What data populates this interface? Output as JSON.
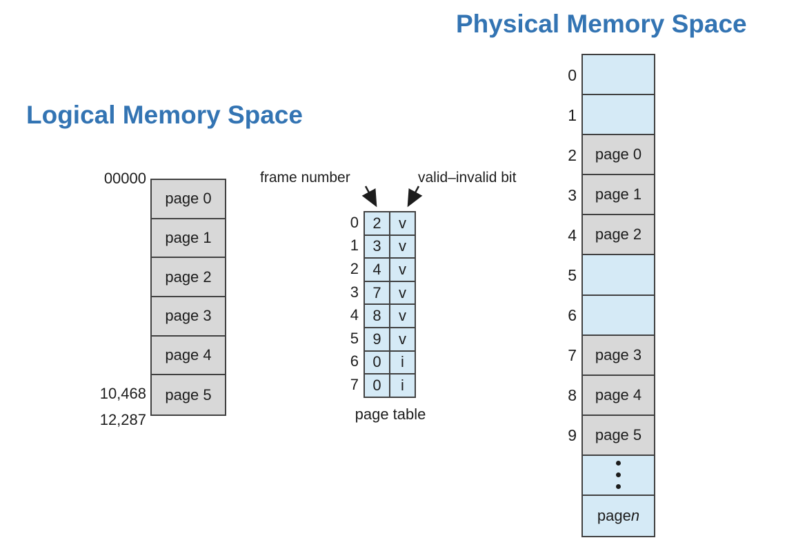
{
  "titles": {
    "logical": "Logical Memory Space",
    "physical": "Physical Memory Space"
  },
  "colors": {
    "accent_blue": "#3374b3",
    "cell_blue": "#d5eaf6",
    "cell_gray": "#d8d8d8",
    "border_dark": "#404040"
  },
  "logical_memory": {
    "address_top": "00000",
    "address_mid": "10,468",
    "address_bottom": "12,287",
    "pages": [
      "page 0",
      "page 1",
      "page 2",
      "page 3",
      "page 4",
      "page 5"
    ]
  },
  "page_table": {
    "label_frame": "frame number",
    "label_valid": "valid–invalid bit",
    "caption": "page table",
    "rows": [
      {
        "index": "0",
        "frame": "2",
        "bit": "v"
      },
      {
        "index": "1",
        "frame": "3",
        "bit": "v"
      },
      {
        "index": "2",
        "frame": "4",
        "bit": "v"
      },
      {
        "index": "3",
        "frame": "7",
        "bit": "v"
      },
      {
        "index": "4",
        "frame": "8",
        "bit": "v"
      },
      {
        "index": "5",
        "frame": "9",
        "bit": "v"
      },
      {
        "index": "6",
        "frame": "0",
        "bit": "i"
      },
      {
        "index": "7",
        "frame": "0",
        "bit": "i"
      }
    ]
  },
  "physical_memory": {
    "rows": [
      {
        "index": "0",
        "label": "",
        "fill": "blue"
      },
      {
        "index": "1",
        "label": "",
        "fill": "blue"
      },
      {
        "index": "2",
        "label": "page 0",
        "fill": "gray"
      },
      {
        "index": "3",
        "label": "page 1",
        "fill": "gray"
      },
      {
        "index": "4",
        "label": "page 2",
        "fill": "gray"
      },
      {
        "index": "5",
        "label": "",
        "fill": "blue"
      },
      {
        "index": "6",
        "label": "",
        "fill": "blue"
      },
      {
        "index": "7",
        "label": "page 3",
        "fill": "gray"
      },
      {
        "index": "8",
        "label": "page 4",
        "fill": "gray"
      },
      {
        "index": "9",
        "label": "page 5",
        "fill": "gray"
      },
      {
        "index": "",
        "label": "⋮",
        "ellipsis": true,
        "fill": "blue"
      },
      {
        "index": "",
        "label_prefix": "page ",
        "label_italic": "n",
        "fill": "blue"
      }
    ]
  }
}
